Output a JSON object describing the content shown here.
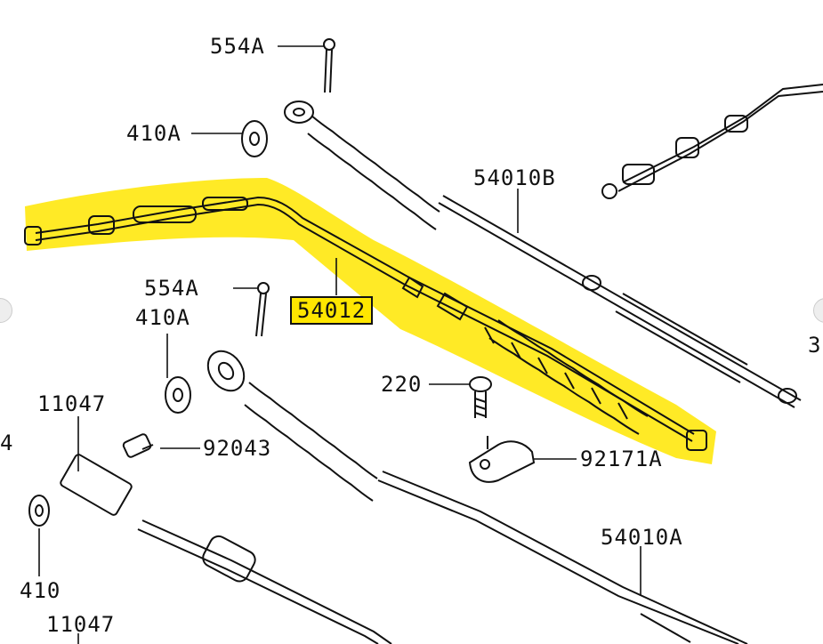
{
  "colors": {
    "highlight": "#FFE600",
    "line": "#111111",
    "background": "#FFFFFF"
  },
  "labels": {
    "p554a_top": "554A",
    "p410a_top": "410A",
    "p54010b": "54010B",
    "p54012": "54012",
    "p554a_mid": "554A",
    "p410a_mid": "410A",
    "p220": "220",
    "p11047_top": "11047",
    "p92043": "92043",
    "p92171a": "92171A",
    "p54010a": "54010A",
    "p410_bottom": "410",
    "p11047_bottom": "11047",
    "partial_right": "3",
    "partial_left": "4"
  }
}
